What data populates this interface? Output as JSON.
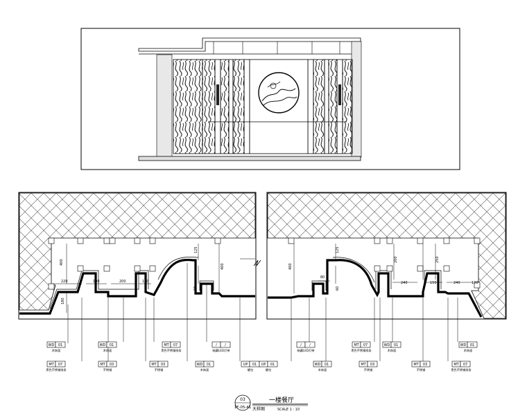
{
  "elevation": {
    "medallion_label": "",
    "panels": "wavy-pattern"
  },
  "plan_left": {
    "dims": {
      "d1": "400",
      "d2": "220",
      "d3": "180",
      "d4": "100",
      "d5": "200",
      "d6": "120",
      "d7": "125",
      "d8": "400",
      "d9": "60"
    },
    "tags": [
      {
        "code": "WD",
        "num": "01",
        "desc": "木饰面"
      },
      {
        "code": "WD",
        "num": "01",
        "desc": "木饰面"
      },
      {
        "code": "MT",
        "num": "07",
        "desc": "黑色不锈钢线条"
      },
      {
        "code": "/",
        "num": "/",
        "desc": "暗藏LED灯带"
      },
      {
        "code": "MT",
        "num": "07",
        "desc": "黑色不锈钢线条"
      },
      {
        "code": "MT",
        "num": "03",
        "desc": "不锈钢"
      },
      {
        "code": "MT",
        "num": "03",
        "desc": "不锈钢"
      },
      {
        "code": "WD",
        "num": "01",
        "desc": "木饰面"
      },
      {
        "code": "UP",
        "num": "01",
        "desc": "硬包"
      }
    ]
  },
  "plan_right": {
    "dims": {
      "d1": "400",
      "d2": "125",
      "d3": "80",
      "d4": "60",
      "d5": "200",
      "d6": "240",
      "d7": "150",
      "d8": "250",
      "d9": "240",
      "d10": "100"
    },
    "tags": [
      {
        "code": "/",
        "num": "/",
        "desc": "暗藏LED灯带"
      },
      {
        "code": "MT",
        "num": "07",
        "desc": "黑色不锈钢线条"
      },
      {
        "code": "WD",
        "num": "01",
        "desc": "木饰面"
      },
      {
        "code": "WD",
        "num": "01",
        "desc": "木饰面"
      },
      {
        "code": "UP",
        "num": "01",
        "desc": "硬包"
      },
      {
        "code": "WD",
        "num": "01",
        "desc": "木饰面"
      },
      {
        "code": "MT",
        "num": "03",
        "desc": "不锈钢"
      },
      {
        "code": "MT",
        "num": "03",
        "desc": "不锈钢"
      },
      {
        "code": "MT",
        "num": "07",
        "desc": "黑色不锈钢线条"
      }
    ]
  },
  "title_block": {
    "number": "03",
    "sheet": "1F-05-41",
    "title": "一楼餐厅",
    "subtitle": "大样图",
    "scale": "SCALE 1 :  10"
  }
}
